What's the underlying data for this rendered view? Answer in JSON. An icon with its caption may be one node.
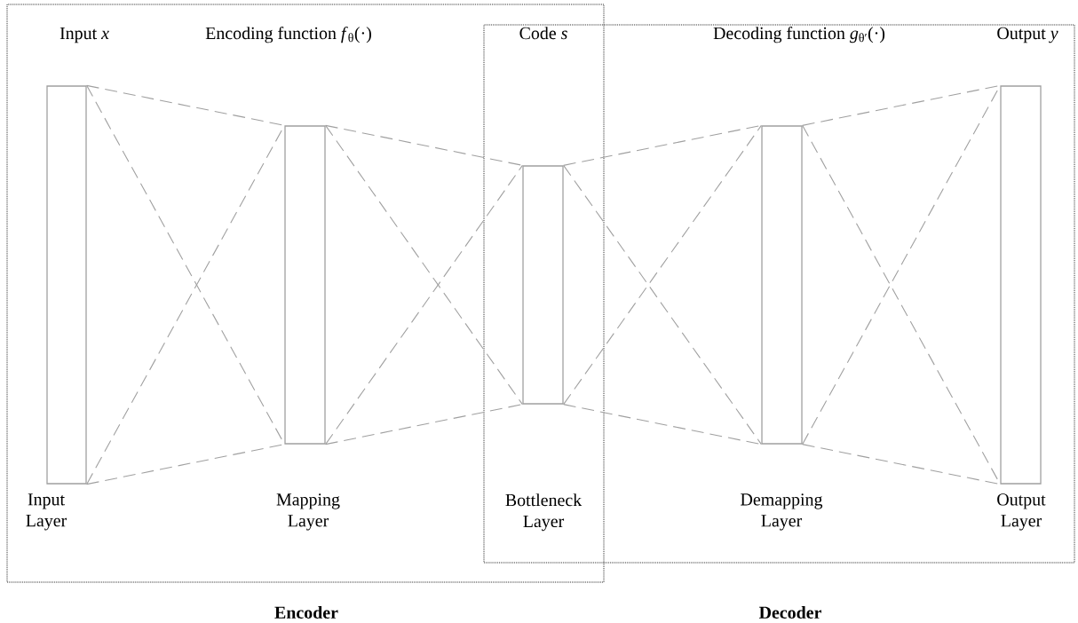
{
  "diagram": {
    "nodes": [
      {
        "text": [
          "Encoder"
        ]
      },
      {
        "text": [],
        "shape": "bar",
        "in": 0,
        "beside": [
          "Input *x*",
          "Input Layer"
        ]
      },
      {
        "text": [],
        "shape": "bar",
        "in": 0,
        "beside": [
          "Mapping Layer"
        ]
      },
      {
        "text": [],
        "shape": "bar"
      },
      {
        "text": [
          "Decoder"
        ]
      },
      {
        "text": [],
        "shape": "bar",
        "in": 4,
        "beside": [
          "Demapping Layer"
        ]
      },
      {
        "text": [],
        "shape": "bar",
        "in": 4,
        "beside": [
          "Output *y*",
          "Output Layer"
        ]
      }
    ],
    "edges": [
      {
        "from": 1,
        "to": 2,
        "arrow": "none",
        "style": "dashed"
      },
      {
        "from": 1,
        "to": 2,
        "arrow": "none",
        "style": "dashed"
      },
      {
        "from": 1,
        "to": 2,
        "arrow": "none",
        "style": "dashed"
      },
      {
        "from": 1,
        "to": 2,
        "arrow": "none",
        "style": "dashed"
      },
      {
        "from": 2,
        "to": 3,
        "arrow": "none",
        "style": "dashed"
      },
      {
        "from": 2,
        "to": 3,
        "arrow": "none",
        "style": "dashed"
      },
      {
        "from": 2,
        "to": 3,
        "arrow": "none",
        "style": "dashed"
      },
      {
        "from": 2,
        "to": 3,
        "arrow": "none",
        "style": "dashed"
      },
      {
        "from": 3,
        "to": 5,
        "arrow": "none",
        "style": "dashed"
      },
      {
        "from": 3,
        "to": 5,
        "arrow": "none",
        "style": "dashed"
      },
      {
        "from": 3,
        "to": 5,
        "arrow": "none",
        "style": "dashed"
      },
      {
        "from": 3,
        "to": 5,
        "arrow": "none",
        "style": "dashed"
      },
      {
        "from": 5,
        "to": 6,
        "arrow": "none",
        "style": "dashed"
      },
      {
        "from": 5,
        "to": 6,
        "arrow": "none",
        "style": "dashed"
      },
      {
        "from": 5,
        "to": 6,
        "arrow": "none",
        "style": "dashed"
      },
      {
        "from": 5,
        "to": 6,
        "arrow": "none",
        "style": "dashed"
      }
    ],
    "labels": [
      "Encoding function *f*$_{θ}$(·)",
      "Code *s*",
      "Decoding function *g*$_{θ′}$(·)",
      "Bottleneck Layer"
    ]
  }
}
